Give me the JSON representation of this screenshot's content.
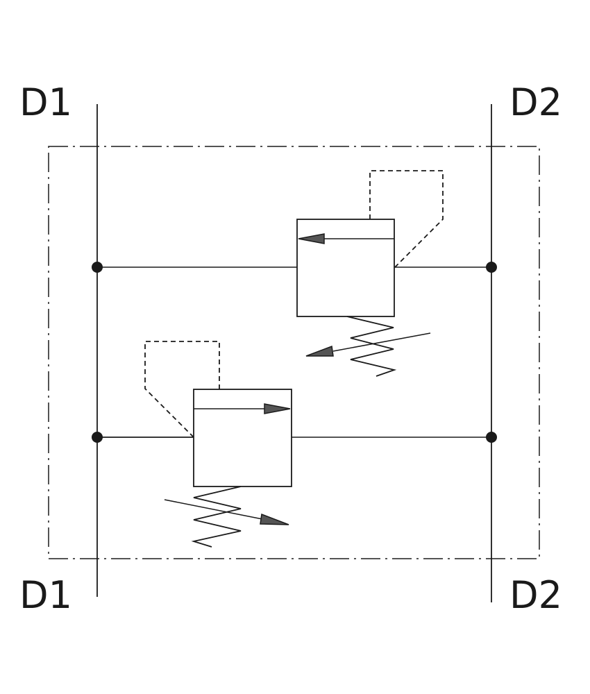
{
  "ports": {
    "top_left": "D1",
    "top_right": "D2",
    "bottom_left": "D1",
    "bottom_right": "D2"
  },
  "colors": {
    "stroke": "#1a1a1a",
    "arrow_fill": "#555555",
    "background": "#ffffff"
  }
}
